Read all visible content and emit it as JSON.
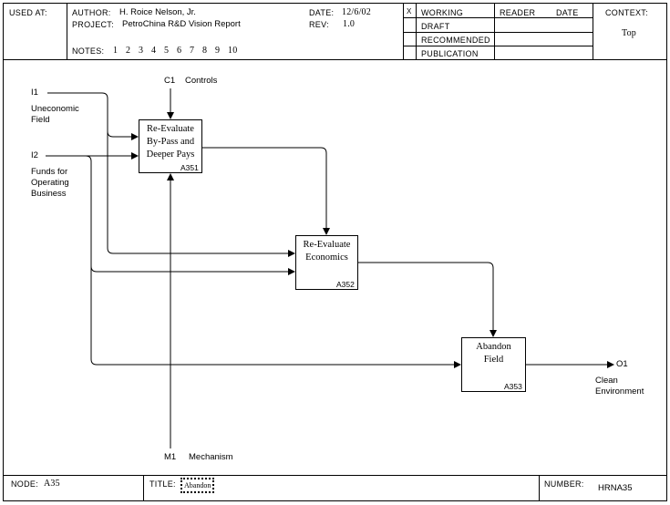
{
  "header": {
    "used_at_label": "USED AT:",
    "author_label": "AUTHOR:",
    "author": "H. Roice Nelson, Jr.",
    "project_label": "PROJECT:",
    "project": "PetroChina R&D Vision Report",
    "date_label": "DATE:",
    "date": "12/6/02",
    "rev_label": "REV:",
    "rev": "1.0",
    "notes_label": "NOTES:",
    "notes": [
      "1",
      "2",
      "3",
      "4",
      "5",
      "6",
      "7",
      "8",
      "9",
      "10"
    ],
    "status_mark": "X",
    "status_items": [
      "WORKING",
      "DRAFT",
      "RECOMMENDED",
      "PUBLICATION"
    ],
    "reader_label": "READER",
    "reader_date_label": "DATE",
    "context_label": "CONTEXT:",
    "context_value": "Top"
  },
  "diagram": {
    "boxes": [
      {
        "lines": [
          "Re-Evaluate",
          "By-Pass and",
          "Deeper Pays"
        ],
        "number": "A351"
      },
      {
        "lines": [
          "Re-Evaluate",
          "Economics"
        ],
        "number": "A352"
      },
      {
        "lines": [
          "Abandon",
          "Field"
        ],
        "number": "A353"
      }
    ],
    "inputs": [
      {
        "code": "I1",
        "label_lines": [
          "Uneconomic",
          "Field"
        ]
      },
      {
        "code": "I2",
        "label_lines": [
          "Funds for",
          "Operating",
          "Business"
        ]
      }
    ],
    "control": {
      "code": "C1",
      "label": "Controls"
    },
    "mechanism": {
      "code": "M1",
      "label": "Mechanism"
    },
    "output": {
      "code": "O1",
      "label_lines": [
        "Clean",
        "Environment"
      ]
    }
  },
  "footer": {
    "node_label": "NODE:",
    "node_value": "A35",
    "title_label": "TITLE:",
    "title_value": "Abandon",
    "number_label": "NUMBER:",
    "number_value": "HRNA35"
  }
}
